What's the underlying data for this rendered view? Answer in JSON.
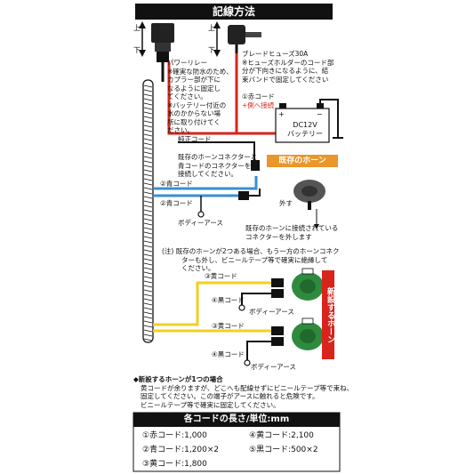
{
  "header": {
    "title": "記線方法"
  },
  "arrows": {
    "up": "上",
    "down": "下",
    "up2": "上",
    "down2": "下"
  },
  "relay": {
    "title": "パワーリレー",
    "lines": [
      "※確実な防水のため、",
      "カプラー部が下に",
      "なるように固定し",
      "てください。",
      "※バッテリー付近の",
      "水のかからない場",
      "所に取り付けてく",
      "ださい。"
    ]
  },
  "fuse": {
    "title": "ブレードヒューズ30A",
    "lines": [
      "※ヒューズホルダーのコード部",
      "分が下向きになるように、結",
      "束バンドで固定してください"
    ]
  },
  "red_cord": {
    "label": "①赤コード",
    "sub": "+側へ接続"
  },
  "battery": {
    "line1": "DC12V",
    "line2": "バッテリー",
    "plus": "+",
    "minus": "−"
  },
  "genuine_cord": {
    "label": "純正コード"
  },
  "connector_note": {
    "lines": [
      "既存のホーンコネクターと",
      "青コードのコネクターを",
      "接続してください。"
    ]
  },
  "existing_horn": {
    "label": "既存のホーン",
    "remove": "外す"
  },
  "blue_cord_1": {
    "label": "②青コード"
  },
  "blue_cord_2": {
    "label": "②青コード"
  },
  "body_earth_1": {
    "label": "ボディーアース"
  },
  "existing_note": {
    "lines": [
      "既存のホーンに接続されている",
      "コネクターを外します"
    ]
  },
  "note2": {
    "lines": [
      "(注) 既存のホーンが2つある場合、もう一方のホーンコネク",
      "ターも外し、ビニールテープ等で確実に絶縁して",
      "ください。"
    ]
  },
  "new_horn": {
    "label": "新設するホーン"
  },
  "yellow_cord_top": {
    "label": "③黄コード"
  },
  "black_cord_top": {
    "label": "④黒コード"
  },
  "body_earth_2": {
    "label": "ボディーアース"
  },
  "yellow_cord_bottom": {
    "label": "③黄コード"
  },
  "black_cord_bottom": {
    "label": "④黒コード"
  },
  "body_earth_3": {
    "label": "ボディーアース"
  },
  "single_note": {
    "title": "◆新設するホーンが1つの場合",
    "lines": [
      "黄コードが余りますが、どこへも配線せずにビニールテープ等で束ね、",
      "固定してください。この端子がアースに触れると危険です。",
      "ビニールテープ等で確実に固定してください。"
    ]
  },
  "lengths": {
    "title": "各コードの長さ/単位:mm",
    "rows": [
      {
        "left": "①赤コード:1,000",
        "right": "④黄コード:2,100"
      },
      {
        "left": "②青コード:1,200×2",
        "right": "⑤黒コード:500×2"
      },
      {
        "left": "③黄コード:1,800",
        "right": ""
      }
    ]
  },
  "colors": {
    "red": "#d8241c",
    "blue": "#3a8fd0",
    "yellow": "#f2d020",
    "black": "#111111",
    "orange": "#e9962a",
    "green": "#2e8b3e"
  }
}
